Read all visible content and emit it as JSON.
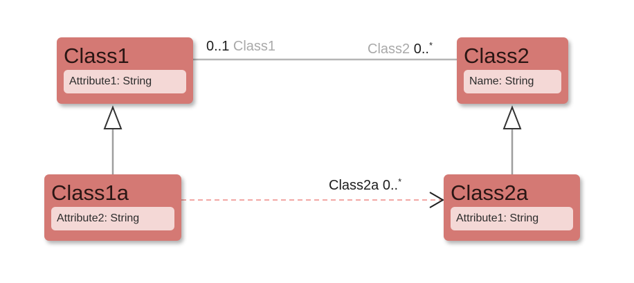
{
  "classes": {
    "class1": {
      "name": "Class1",
      "attribute": "Attribute1: String"
    },
    "class2": {
      "name": "Class2",
      "attribute": "Name: String"
    },
    "class1a": {
      "name": "Class1a",
      "attribute": "Attribute2: String"
    },
    "class2a": {
      "name": "Class2a",
      "attribute": "Attribute1: String"
    }
  },
  "association": {
    "end_class1": {
      "multiplicity": "0..1",
      "role": "Class1"
    },
    "end_class2": {
      "role": "Class2",
      "multiplicity": "0..",
      "star": "*"
    }
  },
  "directed_association": {
    "role": "Class2a",
    "multiplicity": "0..",
    "star": "*"
  },
  "colors": {
    "class_fill": "#d47974",
    "attribute_fill": "#f4d8d6",
    "association_line": "#b5b5b5",
    "directed_line": "#f2a7a4",
    "generalization_line": "#9e9e9e"
  }
}
